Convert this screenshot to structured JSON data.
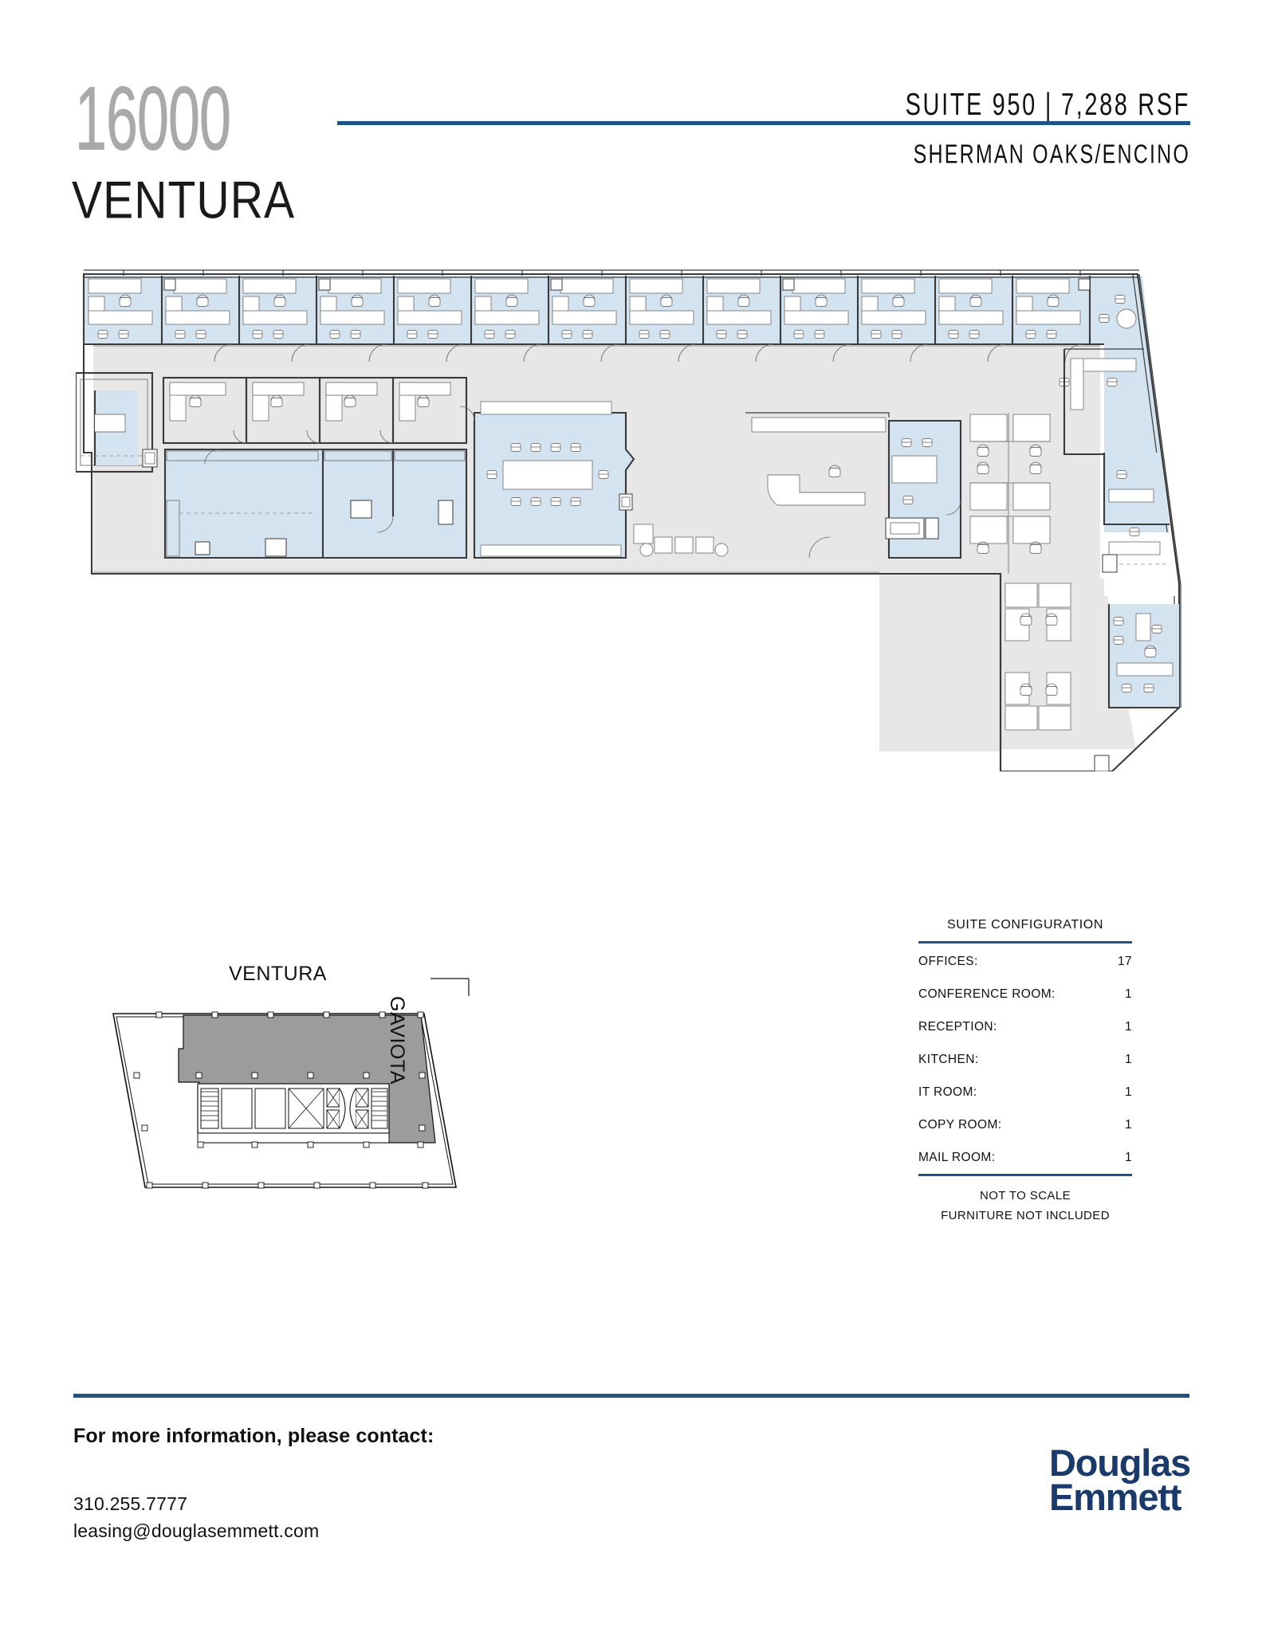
{
  "header": {
    "building_number": "16000",
    "building_name": "VENTURA",
    "suite_label": "SUITE 950",
    "separator": "|",
    "rsf_label": "7,288 RSF",
    "neighborhood": "SHERMAN OAKS/ENCINO",
    "accent_color": "#1d5588"
  },
  "keyplan": {
    "street_top": "VENTURA",
    "street_right": "GAVIOTA",
    "highlight_color": "#9c9c9c"
  },
  "config": {
    "title": "SUITE CONFIGURATION",
    "rows": [
      {
        "label": "OFFICES:",
        "value": "17"
      },
      {
        "label": "CONFERENCE ROOM:",
        "value": "1"
      },
      {
        "label": "RECEPTION:",
        "value": "1"
      },
      {
        "label": "KITCHEN:",
        "value": "1"
      },
      {
        "label": "IT ROOM:",
        "value": "1"
      },
      {
        "label": "COPY ROOM:",
        "value": "1"
      },
      {
        "label": "MAIL ROOM:",
        "value": "1"
      }
    ],
    "note_scale": "NOT TO SCALE",
    "note_furniture": "FURNITURE NOT INCLUDED"
  },
  "footer": {
    "contact_heading": "For more information, please contact:",
    "phone": "310.255.7777",
    "email": "leasing@douglasemmett.com",
    "logo_line1": "Douglas",
    "logo_line2": "Emmett",
    "logo_color": "#1a3a6b"
  },
  "floorplan": {
    "office_fill": "#d4e3f0",
    "corridor_fill": "#e7e7e7",
    "furniture_fill": "#ffffff",
    "wall_stroke": "#3a3a3a",
    "perimeter_office_count": 13,
    "conference_seats": 10
  }
}
